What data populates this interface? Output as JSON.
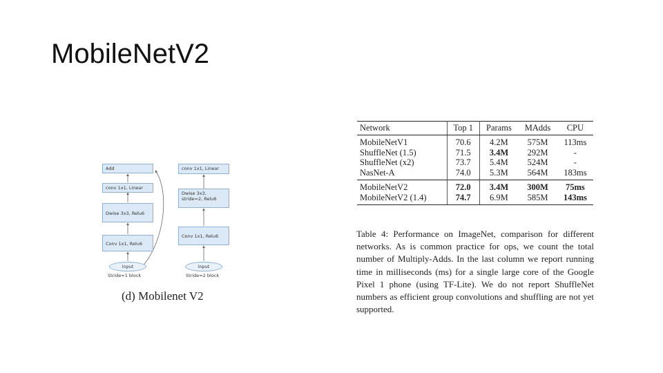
{
  "slide": {
    "title": "MobileNetV2"
  },
  "diagram": {
    "caption": "(d) Mobilenet V2",
    "left_block": {
      "add": "Add",
      "conv_linear": "conv 1x1, Linear",
      "dwise": "Dwise 3x3, Relu6",
      "conv_relu": "Conv 1x1, Relu6",
      "input": "input",
      "label": "Stride=1 block"
    },
    "right_block": {
      "conv_linear": "conv 1x1, Linear",
      "dwise_line1": "Dwise 3x3,",
      "dwise_line2": "stride=2, Relu6",
      "conv_relu": "Conv 1x1, Relu6",
      "input": "input",
      "label": "Stride=2 block"
    }
  },
  "table": {
    "headers": [
      "Network",
      "Top 1",
      "Params",
      "MAdds",
      "CPU"
    ],
    "rows": [
      [
        "MobileNetV1",
        "70.6",
        "4.2M",
        "575M",
        "113ms"
      ],
      [
        "ShuffleNet (1.5)",
        "71.5",
        "3.4M",
        "292M",
        "-"
      ],
      [
        "ShuffleNet (x2)",
        "73.7",
        "5.4M",
        "524M",
        "-"
      ],
      [
        "NasNet-A",
        "74.0",
        "5.3M",
        "564M",
        "183ms"
      ],
      [
        "MobileNetV2",
        "72.0",
        "3.4M",
        "300M",
        "75ms"
      ],
      [
        "MobileNetV2 (1.4)",
        "74.7",
        "6.9M",
        "585M",
        "143ms"
      ]
    ],
    "caption": "Table 4: Performance on ImageNet, comparison for different networks. As is common practice for ops, we count the total number of Multiply-Adds. In the last column we report running time in milliseconds (ms) for a single large core of the Google Pixel 1 phone (using TF-Lite). We do not report ShuffleNet numbers as efficient group convolutions and shuffling are not yet supported."
  }
}
